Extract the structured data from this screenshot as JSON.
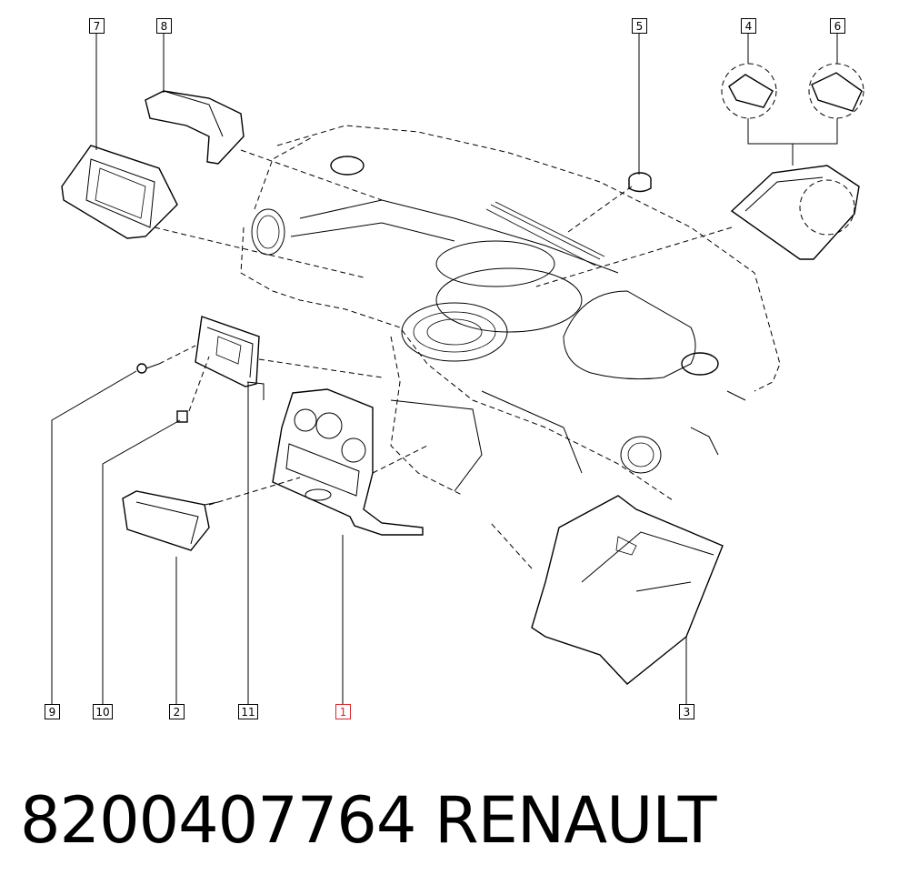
{
  "diagram": {
    "callouts": {
      "c1": "1",
      "c2": "2",
      "c3": "3",
      "c4": "4",
      "c5": "5",
      "c6": "6",
      "c7": "7",
      "c8": "8",
      "c9": "9",
      "c10": "10",
      "c11": "11"
    },
    "highlighted_callout": "1",
    "accent_color": "#d9262b"
  },
  "footer": {
    "part_number": "8200407764",
    "brand": "RENAULT"
  }
}
